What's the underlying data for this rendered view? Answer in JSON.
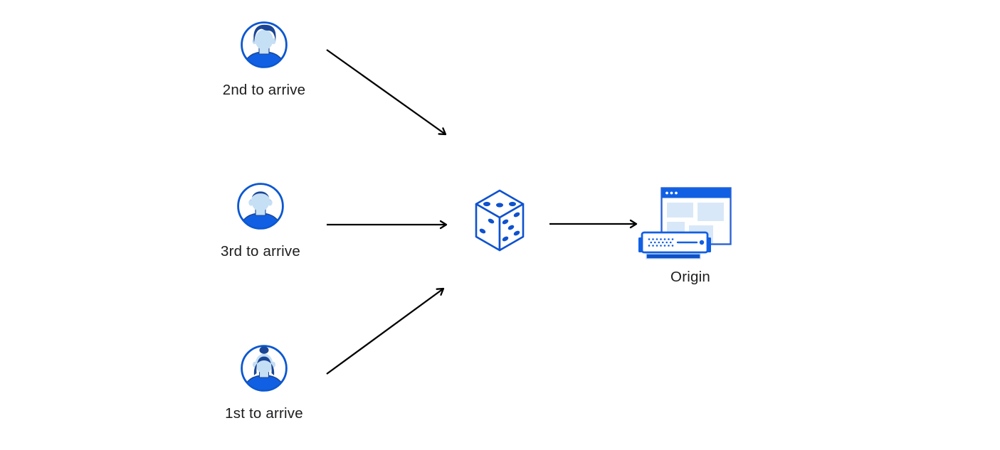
{
  "page": {
    "type": "diagram",
    "background": "#ffffff",
    "description": "Three clients send requests through a random (dice) selector to an origin server"
  },
  "palette": {
    "primary_blue": "#1160e3",
    "ring_stroke_blue": "#0b57d0",
    "dice_stroke_blue": "#0e52cf",
    "browser_border_blue": "#2e63d3",
    "hair_navy": "#1a4695",
    "face_light_blue": "#c5dff4",
    "panel_light_blue": "#d9e8f8",
    "server_base_blue": "#0c51c9",
    "arrow_black": "#000000",
    "text_color": "#1d1d1f"
  },
  "diagram": {
    "clients": [
      {
        "label": "2nd to arrive",
        "icon": "user-avatar-man-swept-hair-icon"
      },
      {
        "label": "3rd to arrive",
        "icon": "user-avatar-man-short-hair-icon"
      },
      {
        "label": "1st to arrive",
        "icon": "user-avatar-woman-bun-icon"
      }
    ],
    "router": {
      "icon": "dice-icon"
    },
    "origin": {
      "label": "Origin",
      "icon": "origin-server-icon"
    },
    "edges": [
      {
        "from": "client-2nd-to-arrive",
        "to": "dice"
      },
      {
        "from": "client-3rd-to-arrive",
        "to": "dice"
      },
      {
        "from": "client-1st-to-arrive",
        "to": "dice"
      },
      {
        "from": "dice",
        "to": "origin"
      }
    ]
  }
}
